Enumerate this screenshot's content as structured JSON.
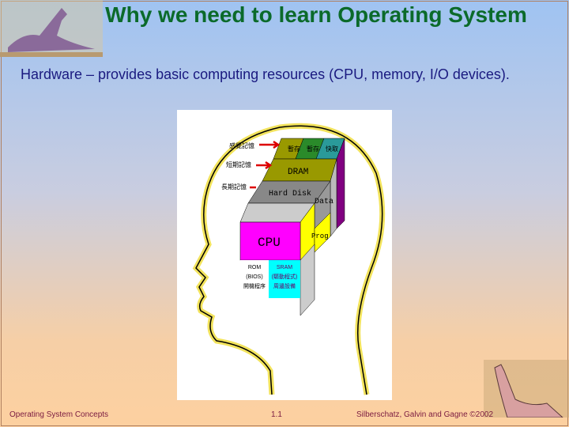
{
  "slide": {
    "title": "Why we need to learn Operating System",
    "bullet": "Hardware – provides basic computing resources (CPU, memory, I/O devices)."
  },
  "figure": {
    "memory_labels": [
      "感覺記憶",
      "短期記憶",
      "長期記憶"
    ],
    "top_cells": [
      "暫存",
      "暫存",
      "快取"
    ],
    "blocks": {
      "dram": "DRAM",
      "hard_disk": "Hard Disk",
      "data": "Data",
      "prog": "Prog",
      "cpu": "CPU",
      "rom": [
        "ROM",
        "(BIOS)",
        "開機程序"
      ],
      "sram": [
        "SRAM",
        "(驅動程式)",
        "周邊設備"
      ]
    }
  },
  "footer": {
    "left": "Operating System Concepts",
    "center": "1.1",
    "right": "Silberschatz, Galvin and  Gagne ©2002"
  },
  "colors": {
    "title": "#0b6a2a",
    "bullet": "#1a1a80",
    "cpu": "#ff00ff",
    "sram": "#00ffff",
    "prog": "#ffff00",
    "dram": "#999900"
  }
}
